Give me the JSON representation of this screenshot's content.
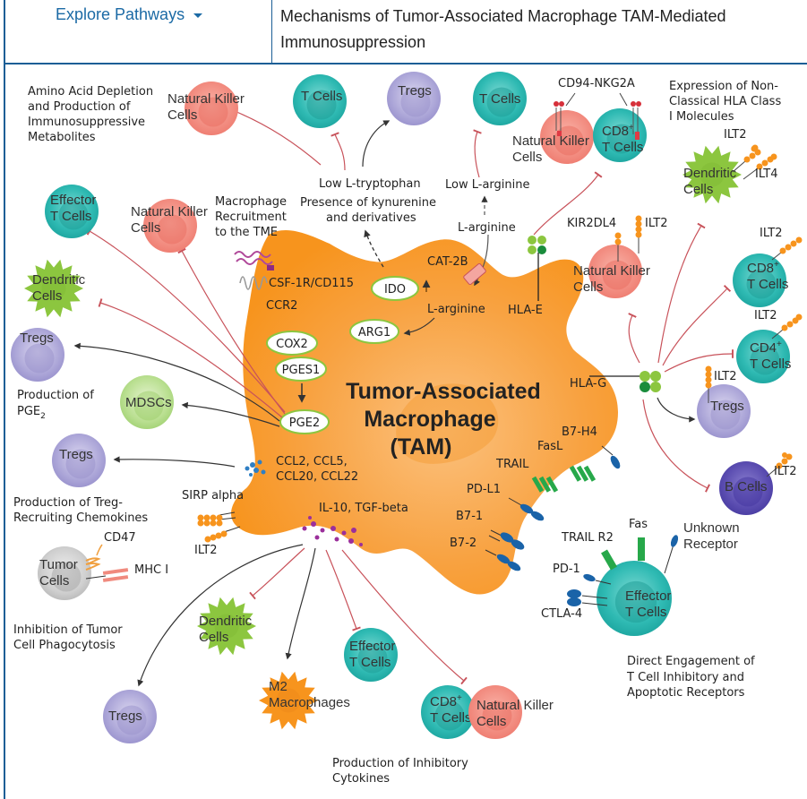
{
  "header": {
    "explore_label": "Explore Pathways",
    "title_line1": "Mechanisms of Tumor-Associated Macrophage TAM-Mediated",
    "title_line2": "Immunosuppression"
  },
  "colors": {
    "brand_blue": "#1b6aa5",
    "tam_orange": "#f7941d",
    "inhibit_red": "#c8525a",
    "activate_gray": "#333333",
    "t_cell_teal": "#2bb8b3",
    "nk_salmon": "#f08a7e",
    "treg_purple": "#a9a3d6",
    "dendritic_green": "#8cc63f",
    "receptor_green": "#27a84a",
    "receptor_blue": "#1a63a8",
    "ilt_orange": "#f7941d"
  },
  "center": {
    "line1": "Tumor-Associated",
    "line2": "Macrophage",
    "line3": "(TAM)"
  },
  "sections": {
    "amino_acid": [
      "Amino Acid Depletion",
      "and Production of",
      "Immunosuppressive",
      "Metabolites"
    ],
    "hla": [
      "Expression of Non-",
      "Classical HLA Class",
      "I Molecules"
    ],
    "pge2": [
      "Production of",
      "PGE",
      "2"
    ],
    "treg_chemokines": [
      "Production of Treg-",
      "Recruiting Chemokines"
    ],
    "phagocytosis": [
      "Inhibition of Tumor",
      "Cell Phagocytosis"
    ],
    "direct": [
      "Direct Engagement of",
      "T Cell Inhibitory and",
      "Apoptotic Receptors"
    ],
    "cytokines": [
      "Production of Inhibitory",
      "Cytokines"
    ],
    "recruitment": [
      "Macrophage",
      "Recruitment",
      "to the TME"
    ]
  },
  "metabolites": {
    "low_trp": "Low L-tryptophan",
    "kyn1": "Presence of kynurenine",
    "kyn2": "and derivatives",
    "low_arg": "Low L-arginine",
    "arg_out": "L-arginine",
    "arg_in": "L-arginine"
  },
  "enzymes": [
    "IDO",
    "ARG1",
    "COX2",
    "PGES1",
    "PGE2"
  ],
  "molecules": {
    "csf1r": "CSF-1R/CD115",
    "ccr2": "CCR2",
    "cat2b": "CAT-2B",
    "hla_e": "HLA-E",
    "hla_g": "HLA-G",
    "cd94": "CD94-NKG2A",
    "kir2dl4": "KIR2DL4",
    "ilt2": "ILT2",
    "ilt4": "ILT4",
    "chemokines1": "CCL2, CCL5,",
    "chemokines2": "CCL20, CCL22",
    "sirp": "SIRP alpha",
    "cd47": "CD47",
    "mhc1": "MHC I",
    "il10": "IL-10, TGF-beta",
    "b7h4": "B7-H4",
    "fasl": "FasL",
    "trail": "TRAIL",
    "pdl1": "PD-L1",
    "b71": "B7-1",
    "b72": "B7-2",
    "trailr2": "TRAIL R2",
    "fas": "Fas",
    "unknown1": "Unknown",
    "unknown2": "Receptor",
    "pd1": "PD-1",
    "ctla4": "CTLA-4"
  },
  "cells": {
    "nk_top": [
      "Natural Killer",
      "Cells"
    ],
    "t_cells_1": [
      "T Cells"
    ],
    "tregs_top": [
      "Tregs"
    ],
    "t_cells_2": [
      "T Cells"
    ],
    "nk_cd94": [
      "Natural Killer",
      "Cells"
    ],
    "cd8_cd94": [
      "CD8",
      "+",
      "T Cells"
    ],
    "dc_hla": [
      "Dendritic",
      "Cells"
    ],
    "effector_left": [
      "Effector",
      "T Cells"
    ],
    "nk_left": [
      "Natural Killer",
      "Cells"
    ],
    "dc_left": [
      "Dendritic",
      "Cells"
    ],
    "tregs_pge2": [
      "Tregs"
    ],
    "mdscs": [
      "MDSCs"
    ],
    "tregs_chemo": [
      "Tregs"
    ],
    "tumor": [
      "Tumor",
      "Cells"
    ],
    "nk_kir": [
      "Natural Killer",
      "Cells"
    ],
    "cd8_hla": [
      "CD8",
      "+",
      "T Cells"
    ],
    "cd4_hla": [
      "CD4",
      "+",
      "T Cells"
    ],
    "tregs_hla": [
      "Tregs"
    ],
    "b_cells": [
      "B Cells"
    ],
    "effector_direct": [
      "Effector",
      "T Cells"
    ],
    "dc_bottom": [
      "Dendritic",
      "Cells"
    ],
    "tregs_bottom": [
      "Tregs"
    ],
    "m2": [
      "M2",
      "Macrophages"
    ],
    "effector_bottom": [
      "Effector",
      "T Cells"
    ],
    "cd8_bottom": [
      "CD8",
      "+",
      "T Cells"
    ],
    "nk_bottom": [
      "Natural Killer",
      "Cells"
    ]
  }
}
